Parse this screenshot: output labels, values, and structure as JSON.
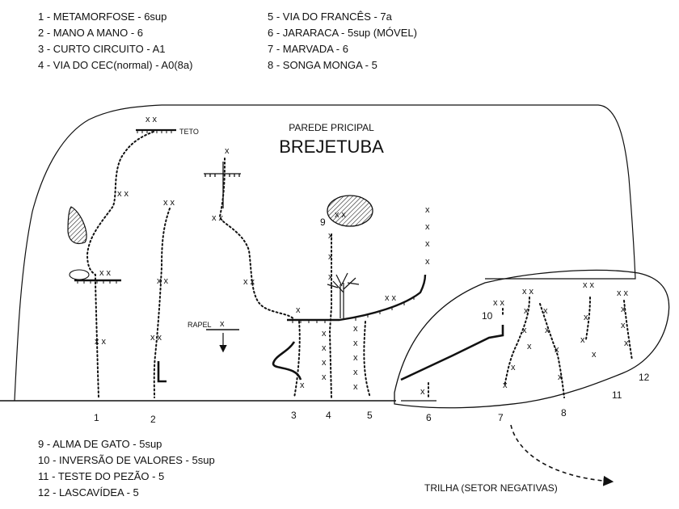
{
  "legend_top_left": [
    "1 - METAMORFOSE - 6sup",
    "2 - MANO A MANO - 6",
    "3 - CURTO CIRCUITO - A1",
    "4 - VIA DO CEC(normal) - A0(8a)"
  ],
  "legend_top_right": [
    "5 - VIA DO FRANCÊS - 7a",
    "6 - JARARACA - 5sup   (MÓVEL)",
    "7 - MARVADA - 6",
    "8 - SONGA MONGA - 5"
  ],
  "legend_bottom": [
    "9 - ALMA DE GATO - 5sup",
    "10 - INVERSÃO DE VALORES - 5sup",
    "11 - TESTE DO PEZÃO - 5",
    "12 -  LASCAVÍDEA - 5"
  ],
  "wall": {
    "subtitle": "PAREDE PRICIPAL",
    "title": "BREJETUBA"
  },
  "labels": {
    "teto": "TETO",
    "rapel": "RAPEL",
    "trilha": "TRILHA (SETOR NEGATIVAS)"
  },
  "route_numbers": {
    "r1": "1",
    "r2": "2",
    "r3": "3",
    "r4": "4",
    "r5": "5",
    "r6": "6",
    "r7": "7",
    "r8": "8",
    "r9": "9",
    "r10": "10",
    "r11": "11",
    "r12": "12"
  },
  "bolt_symbol": "x",
  "bolt_pair": "x x"
}
